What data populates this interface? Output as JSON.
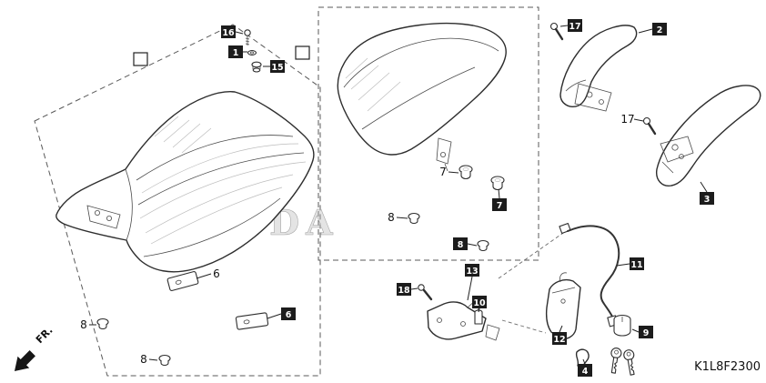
{
  "diagram": {
    "code": "K1L8F2300",
    "fr_label": "FR.",
    "watermark": "HONDA"
  },
  "callouts": {
    "n16": "16",
    "n1": "1",
    "n15": "15",
    "n17a": "17",
    "n17b": "17",
    "n2": "2",
    "n3": "3",
    "n7a": "7",
    "n7b": "7",
    "n8a": "8",
    "n8b": "8",
    "n8c": "8",
    "n8d": "8",
    "n6a": "6",
    "n6b": "6",
    "n13": "13",
    "n18": "18",
    "n10": "10",
    "n11": "11",
    "n12": "12",
    "n9": "9",
    "n4": "4"
  }
}
